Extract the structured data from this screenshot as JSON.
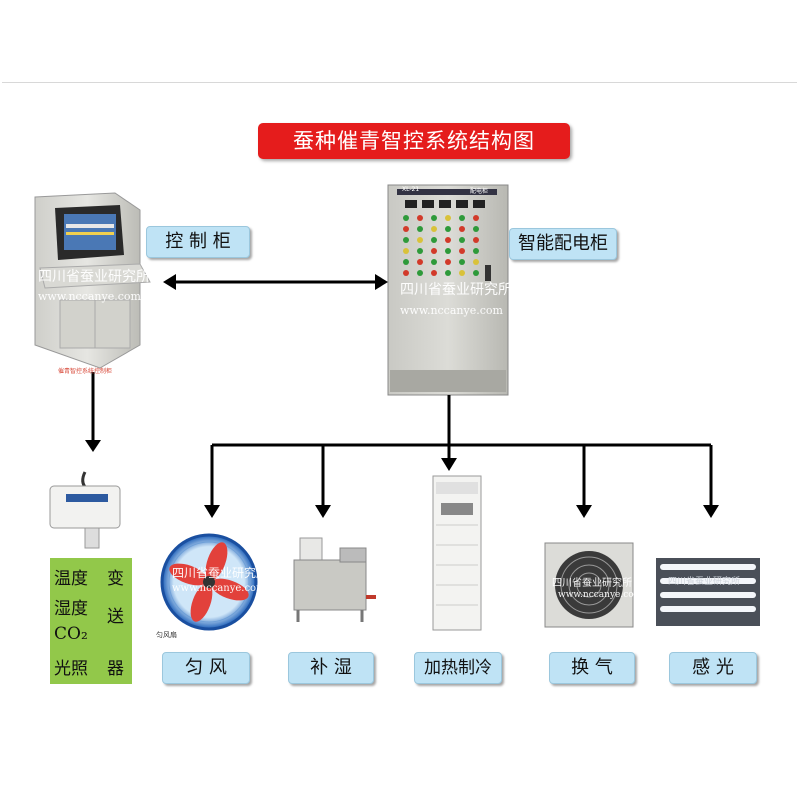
{
  "title": "蚕种催青智控系统结构图",
  "components": {
    "control_cabinet": "控  制  柜",
    "distribution_cabinet": "智能配电柜"
  },
  "watermark": {
    "org": "四川省蚕业研究所",
    "url": "www.nccanye.com"
  },
  "cabinet_caption": "催青智控系统控制柜",
  "panel_tag": "XL-21",
  "panel_name": "配电柜",
  "sensor": {
    "row1_left": "温度",
    "row1_right": "变",
    "row2_left": "湿度",
    "row2_right": "送",
    "row3_left": "CO₂",
    "row4_left": "光照",
    "row4_right": "器"
  },
  "devices": {
    "fan_caption": "匀风扇",
    "fan": "匀  风",
    "humidify": "补  湿",
    "heat_cool": "加热制冷",
    "ventilate": "换  气",
    "light": "感  光"
  },
  "colors": {
    "title_bg": "#e51c1c",
    "label_bg": "#bfe3f5",
    "sensor_bg": "#92c84a"
  }
}
